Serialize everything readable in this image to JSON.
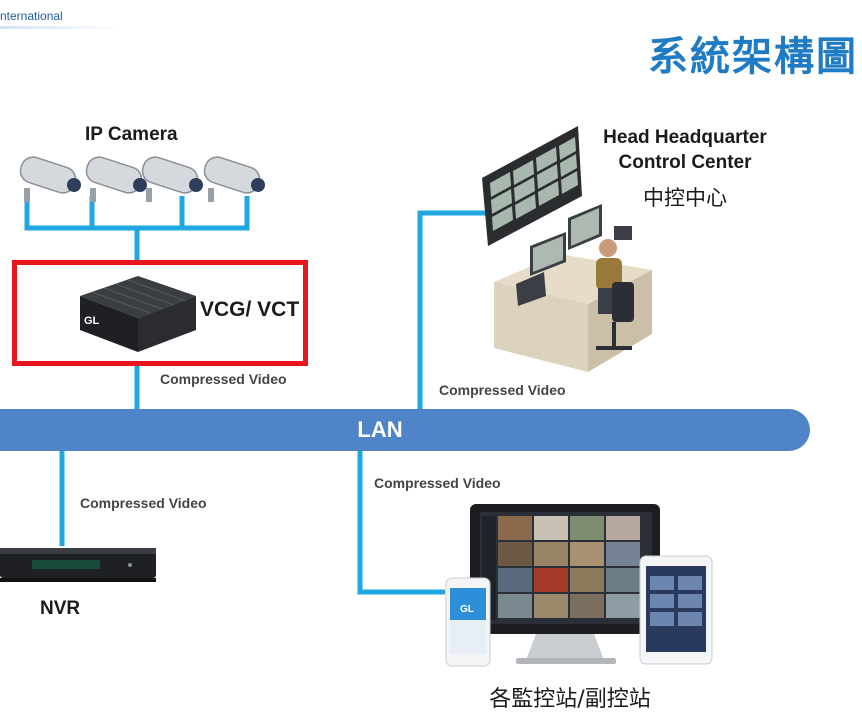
{
  "header": {
    "brand": "nternational",
    "title": "系統架構圖"
  },
  "nodes": {
    "ip_camera": "IP Camera",
    "vcg": "VCG/ VCT",
    "hq_line1": "Head Headquarter",
    "hq_line2": "Control Center",
    "hq_line3": "中控中心",
    "lan": "LAN",
    "nvr": "NVR",
    "stations": "各監控站/副控站"
  },
  "edges": {
    "vcg_to_lan": "Compressed Video",
    "hq_to_lan": "Compressed Video",
    "lan_to_nvr": "Compressed Video",
    "lan_to_stations": "Compressed Video"
  },
  "device_text": {
    "vcg_logo": "GL",
    "phone_logo": "GL"
  },
  "colors": {
    "line": "#1ea7e0",
    "lan": "#4f84c9",
    "title": "#1f7bc4",
    "highlight": "#e8141e"
  }
}
